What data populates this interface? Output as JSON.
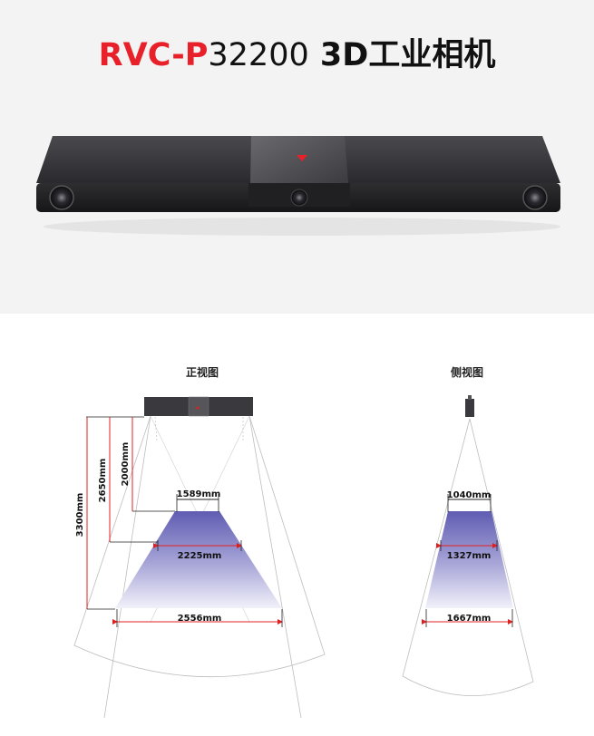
{
  "header": {
    "brand": "RVC-P",
    "model_number": "32200",
    "product_name": " 3D工业相机"
  },
  "front_view": {
    "title": "正视图",
    "width_near": "1589mm",
    "width_mid": "2225mm",
    "width_far": "2556mm",
    "height_near": "2000mm",
    "height_mid": "2650mm",
    "height_far": "3300mm"
  },
  "side_view": {
    "title": "侧视图",
    "width_near": "1040mm",
    "width_mid": "1327mm",
    "width_far": "1667mm"
  },
  "colors": {
    "brand_red": "#e8202a",
    "dimension_red": "#e02020",
    "fov_purple": "#6b68b8"
  }
}
